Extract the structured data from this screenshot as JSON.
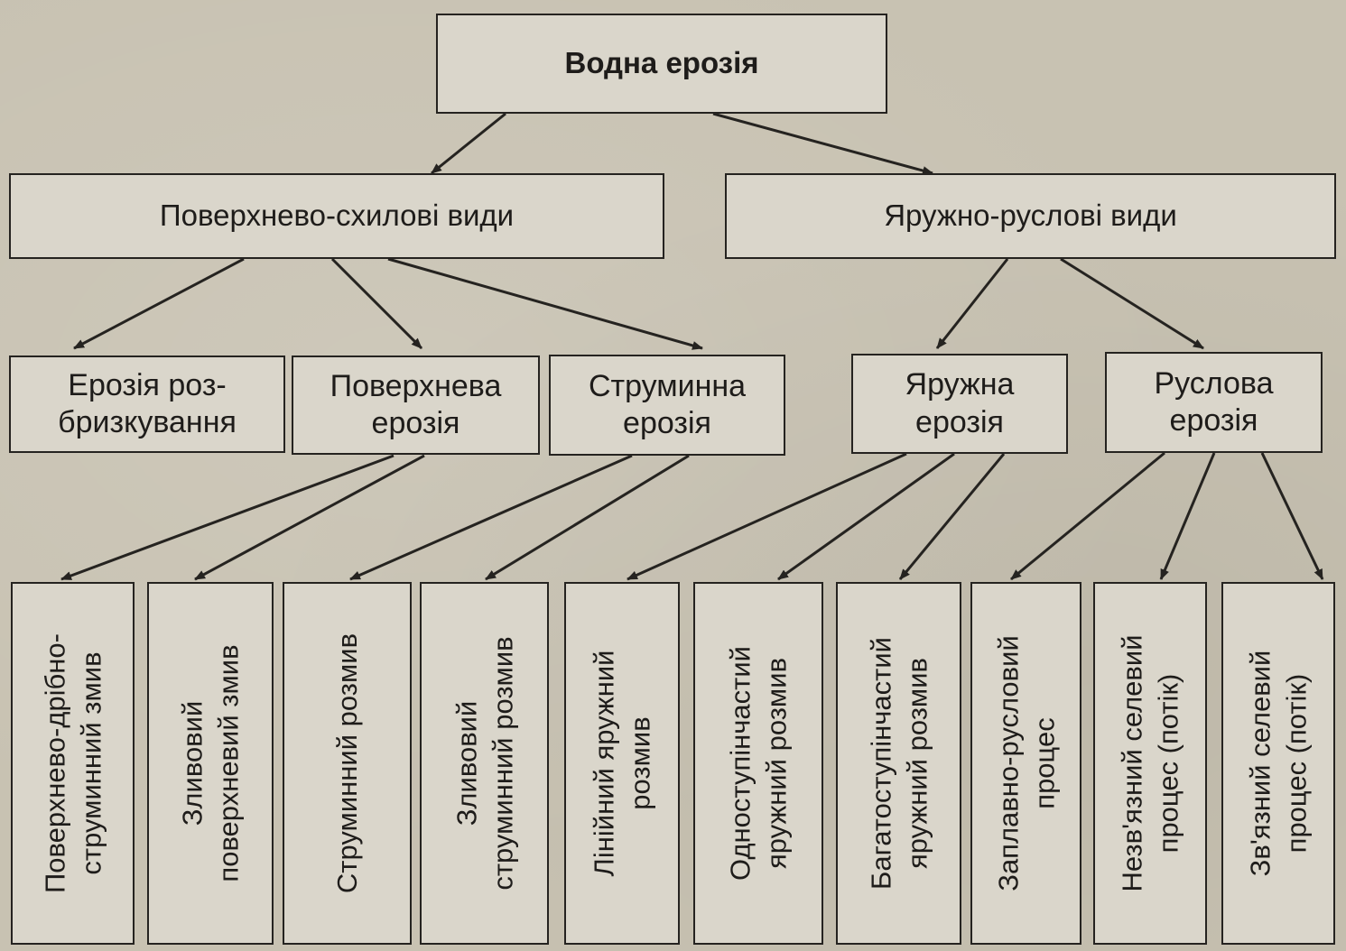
{
  "root": "Водна ерозія",
  "level1": {
    "left": "Поверхнево-схилові види",
    "right": "Яружно-руслові види"
  },
  "level2": {
    "splash": [
      "Ерозія роз-",
      "бризкування"
    ],
    "surface": [
      "Поверхнева",
      "ерозія"
    ],
    "rill": [
      "Струминна",
      "ерозія"
    ],
    "gully": [
      "Яружна",
      "ерозія"
    ],
    "channel": [
      "Руслова",
      "ерозія"
    ]
  },
  "leaves": [
    [
      "Поверхнево-дрібно-",
      "струминний змив"
    ],
    [
      "Зливовий",
      "поверхневий змив"
    ],
    [
      "Струминний розмив"
    ],
    [
      "Зливовий",
      "струминний розмив"
    ],
    [
      "Лінійний яружний",
      "розмив"
    ],
    [
      "Одноступінчастий",
      "яружний розмив"
    ],
    [
      "Багатоступінчастий",
      "яружний розмив"
    ],
    [
      "Заплавно-русловий",
      "процес"
    ],
    [
      "Незв'язний селевий",
      "процес (потік)"
    ],
    [
      "Зв'язний селевий",
      "процес (потік)"
    ]
  ]
}
